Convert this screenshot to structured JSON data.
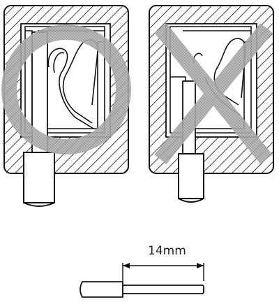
{
  "dimension": {
    "label": "14mm"
  },
  "figures": [
    {
      "name": "correct-insertion",
      "marker": "circle-mark"
    },
    {
      "name": "incorrect-insertion",
      "marker": "cross-mark"
    }
  ],
  "colors": {
    "line": "#111111",
    "marker_gray": "#8c8c8c",
    "background": "#ffffff"
  }
}
